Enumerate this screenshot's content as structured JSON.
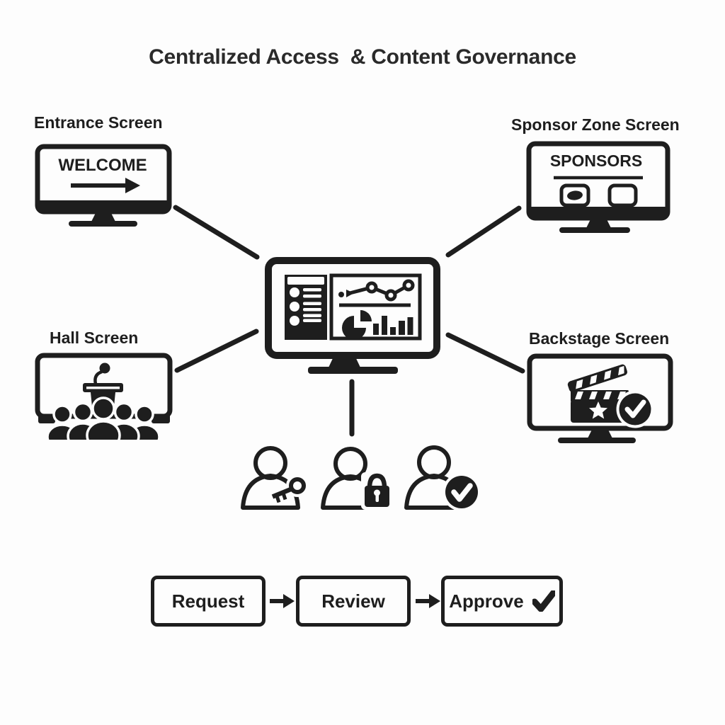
{
  "title": "Centralized Access  & Content Governance",
  "colors": {
    "ink": "#1e1e1e",
    "background": "#fdfdfd"
  },
  "screens": {
    "entrance": {
      "label": "Entrance Screen",
      "display_text": "WELCOME",
      "icon": "right-arrow"
    },
    "sponsor": {
      "label": "Sponsor Zone Screen",
      "display_text": "SPONSORS",
      "icon": "two-logo-placeholders"
    },
    "hall": {
      "label": "Hall Screen",
      "icon": "podium-with-audience"
    },
    "backstage": {
      "label": "Backstage Screen",
      "icon": "clapperboard-with-check"
    }
  },
  "hub": {
    "icon": "dashboard-monitor"
  },
  "access_roles": [
    {
      "icon": "user-with-key"
    },
    {
      "icon": "user-with-lock"
    },
    {
      "icon": "user-with-check"
    }
  ],
  "workflow": {
    "steps": [
      {
        "label": "Request"
      },
      {
        "label": "Review"
      },
      {
        "label": "Approve",
        "icon": "checkmark"
      }
    ]
  }
}
